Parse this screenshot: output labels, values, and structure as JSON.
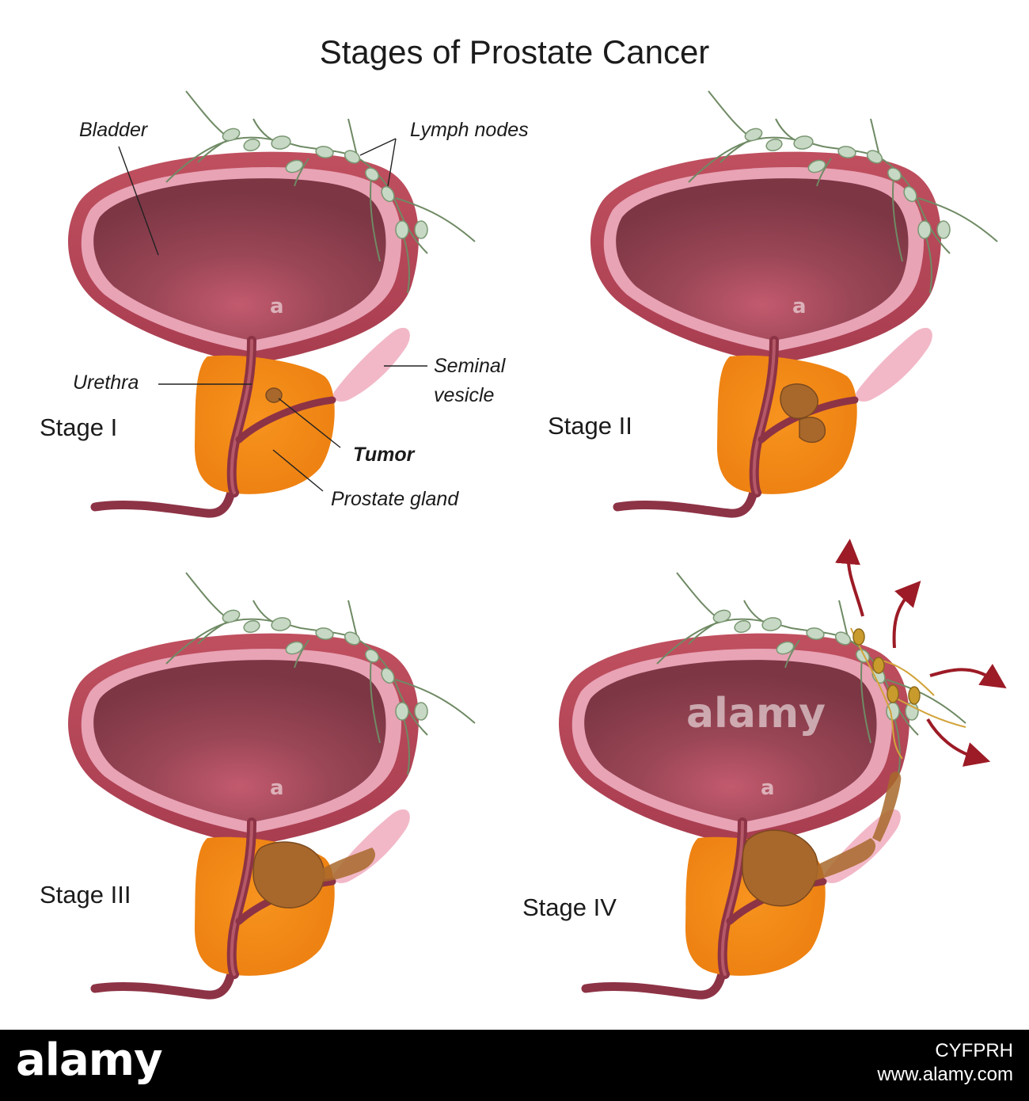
{
  "title": "Stages of Prostate Cancer",
  "labels": {
    "bladder": "Bladder",
    "lymph_nodes": "Lymph nodes",
    "urethra": "Urethra",
    "seminal_line1": "Seminal",
    "seminal_line2": "vesicle",
    "tumor": "Tumor",
    "prostate": "Prostate gland"
  },
  "stages": [
    "Stage I",
    "Stage II",
    "Stage III",
    "Stage IV"
  ],
  "watermark": {
    "small": "a",
    "large": "alamy"
  },
  "footer": {
    "logo": "alamy",
    "image_id": "CYFPRH",
    "site": "www.alamy.com"
  },
  "colors": {
    "bladder_wall": "#b04457",
    "bladder_lining": "#ecaabb",
    "bladder_lumen": "#843c4a",
    "prostate": "#f18a1c",
    "tumor": "#a8682c",
    "lymph_node": "#c6d8c4",
    "metastatic_node": "#c99b2c",
    "arrow": "#9c1b26"
  }
}
